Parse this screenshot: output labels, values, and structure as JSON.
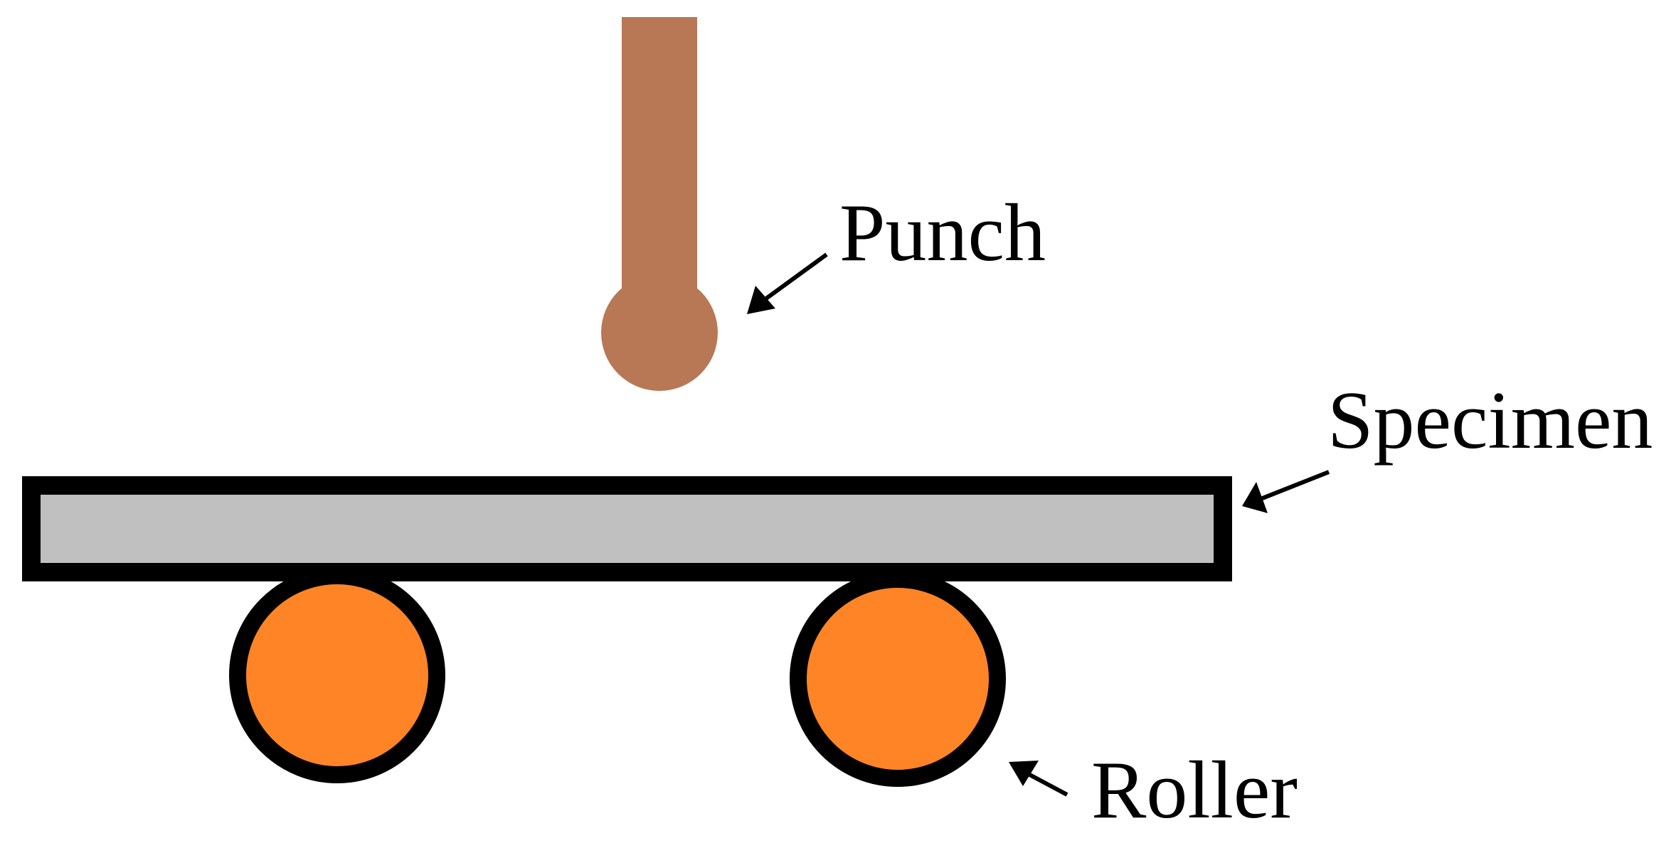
{
  "labels": {
    "punch": "Punch",
    "specimen": "Specimen",
    "roller": "Roller"
  },
  "colors": {
    "punch": "#b87856",
    "specimen_fill": "#c0c0c0",
    "outline": "#000000",
    "roller": "#ff8426",
    "background": "#ffffff"
  }
}
